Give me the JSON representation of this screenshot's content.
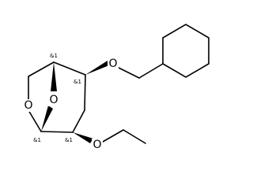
{
  "molecule": {
    "atom_labels": {
      "ring_bridge_oxygen": "O",
      "ring_oxygen": "O",
      "ether_oxygen_top": "O",
      "ether_oxygen_bottom": "O"
    },
    "stereo_labels": {
      "c1": "&1",
      "c2": "&1",
      "c3": "&1",
      "c4": "&1"
    },
    "colors": {
      "bond": "#000000",
      "text": "#000000",
      "background": "#ffffff"
    }
  }
}
